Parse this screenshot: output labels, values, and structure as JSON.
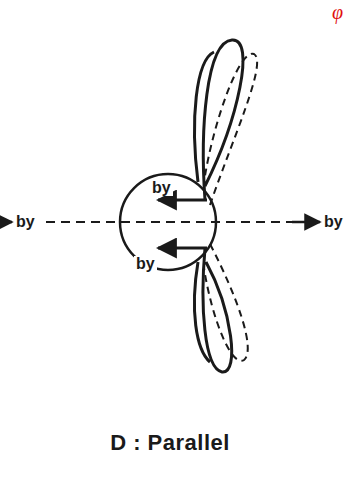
{
  "diagram": {
    "caption": "D : Parallel",
    "labels": [
      "φ",
      "by",
      "by",
      "by",
      "by"
    ]
  }
}
